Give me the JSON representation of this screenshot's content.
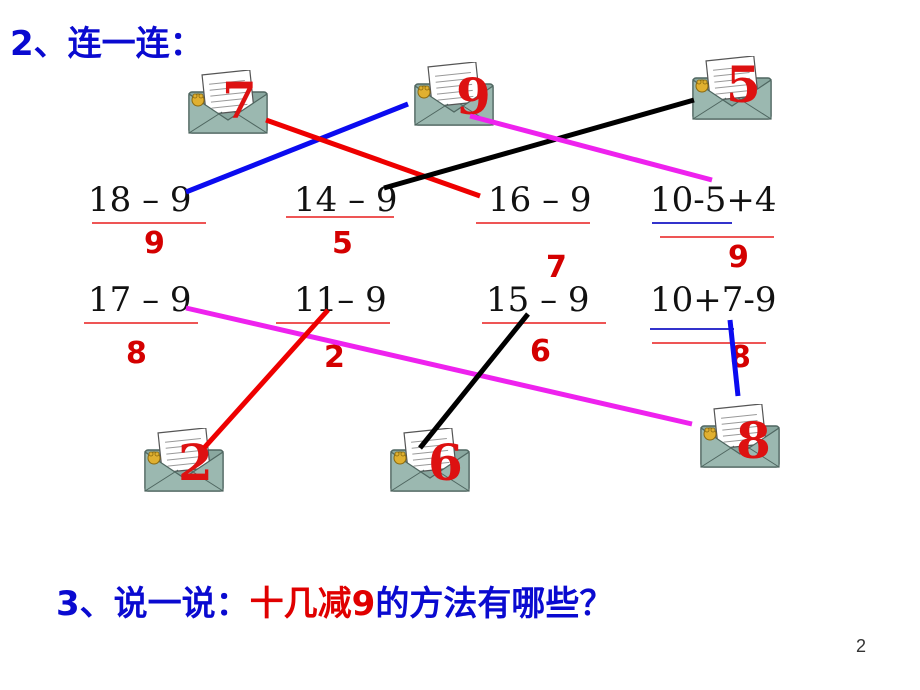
{
  "heading2": "2、连一连：",
  "heading3": {
    "prefix": "3、说一说：",
    "highlight": "十几减9",
    "suffix": "的方法有哪些？"
  },
  "envelopes_top": [
    "7",
    "9",
    "5"
  ],
  "envelopes_bottom": [
    "2",
    "6",
    "8"
  ],
  "row1": [
    {
      "expr": "18 – 9",
      "answer": "9"
    },
    {
      "expr": "14 – 9",
      "answer": "5"
    },
    {
      "expr": "16 – 9",
      "answer": "7"
    },
    {
      "expr": "10-5+4",
      "answer": "9"
    }
  ],
  "row2": [
    {
      "expr": "17 – 9",
      "answer": "8"
    },
    {
      "expr": "11– 9",
      "answer": "2"
    },
    {
      "expr": "15 – 9",
      "answer": "6"
    },
    {
      "expr": "10+7-9",
      "answer": "8"
    }
  ],
  "page_number": "2",
  "colors": {
    "heading": "#0a0ad0",
    "highlight": "#e00000",
    "answer": "#d40000",
    "line_blue": "#0b0bf0",
    "line_red": "#ee0000",
    "line_black": "#000000",
    "line_magenta": "#ee22ee",
    "envelope": "#8aa8a0"
  },
  "icons": {
    "envelope": "envelope-with-letter-icon"
  }
}
